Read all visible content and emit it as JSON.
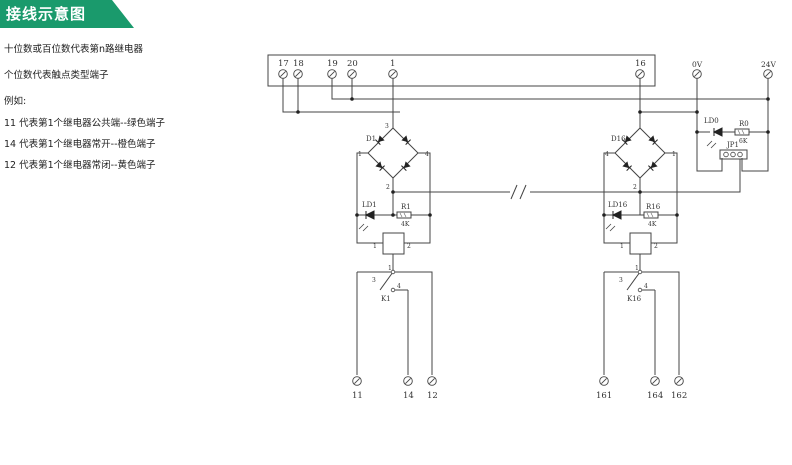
{
  "header": {
    "title": "接线示意图",
    "accent_color": "#1a9a6c"
  },
  "legend": {
    "lines": [
      "十位数或百位数代表第n路继电器",
      "个位数代表触点类型端子",
      "例如:",
      "11 代表第1个继电器公共端--绿色端子",
      "14 代表第1个继电器常开--橙色端子",
      "12 代表第1个继电器常闭--黄色端子"
    ]
  },
  "diagram": {
    "top_terminals": [
      "17",
      "18",
      "19",
      "20",
      "1",
      "16"
    ],
    "power_terminals": [
      "0V",
      "24V"
    ],
    "power_indicator": {
      "led": "LD0",
      "resistor": "R0",
      "resistor_value": "6K",
      "jumper": "JP1"
    },
    "channel_1": {
      "bridge": "D1",
      "led": "LD1",
      "resistor": "R1",
      "resistor_value": "4K",
      "relay": "K1",
      "coil_pins": [
        "1",
        "2"
      ],
      "contact_pins": [
        "3",
        "1",
        "4"
      ],
      "bridge_pins": [
        "1",
        "2",
        "3",
        "4"
      ],
      "outputs": [
        "11",
        "14",
        "12"
      ]
    },
    "channel_16": {
      "bridge": "D16",
      "led": "LD16",
      "resistor": "R16",
      "resistor_value": "4K",
      "relay": "K16",
      "coil_pins": [
        "1",
        "2"
      ],
      "contact_pins": [
        "3",
        "1",
        "4"
      ],
      "bridge_pins": [
        "4",
        "1",
        "2"
      ],
      "outputs": [
        "161",
        "164",
        "162"
      ]
    }
  }
}
